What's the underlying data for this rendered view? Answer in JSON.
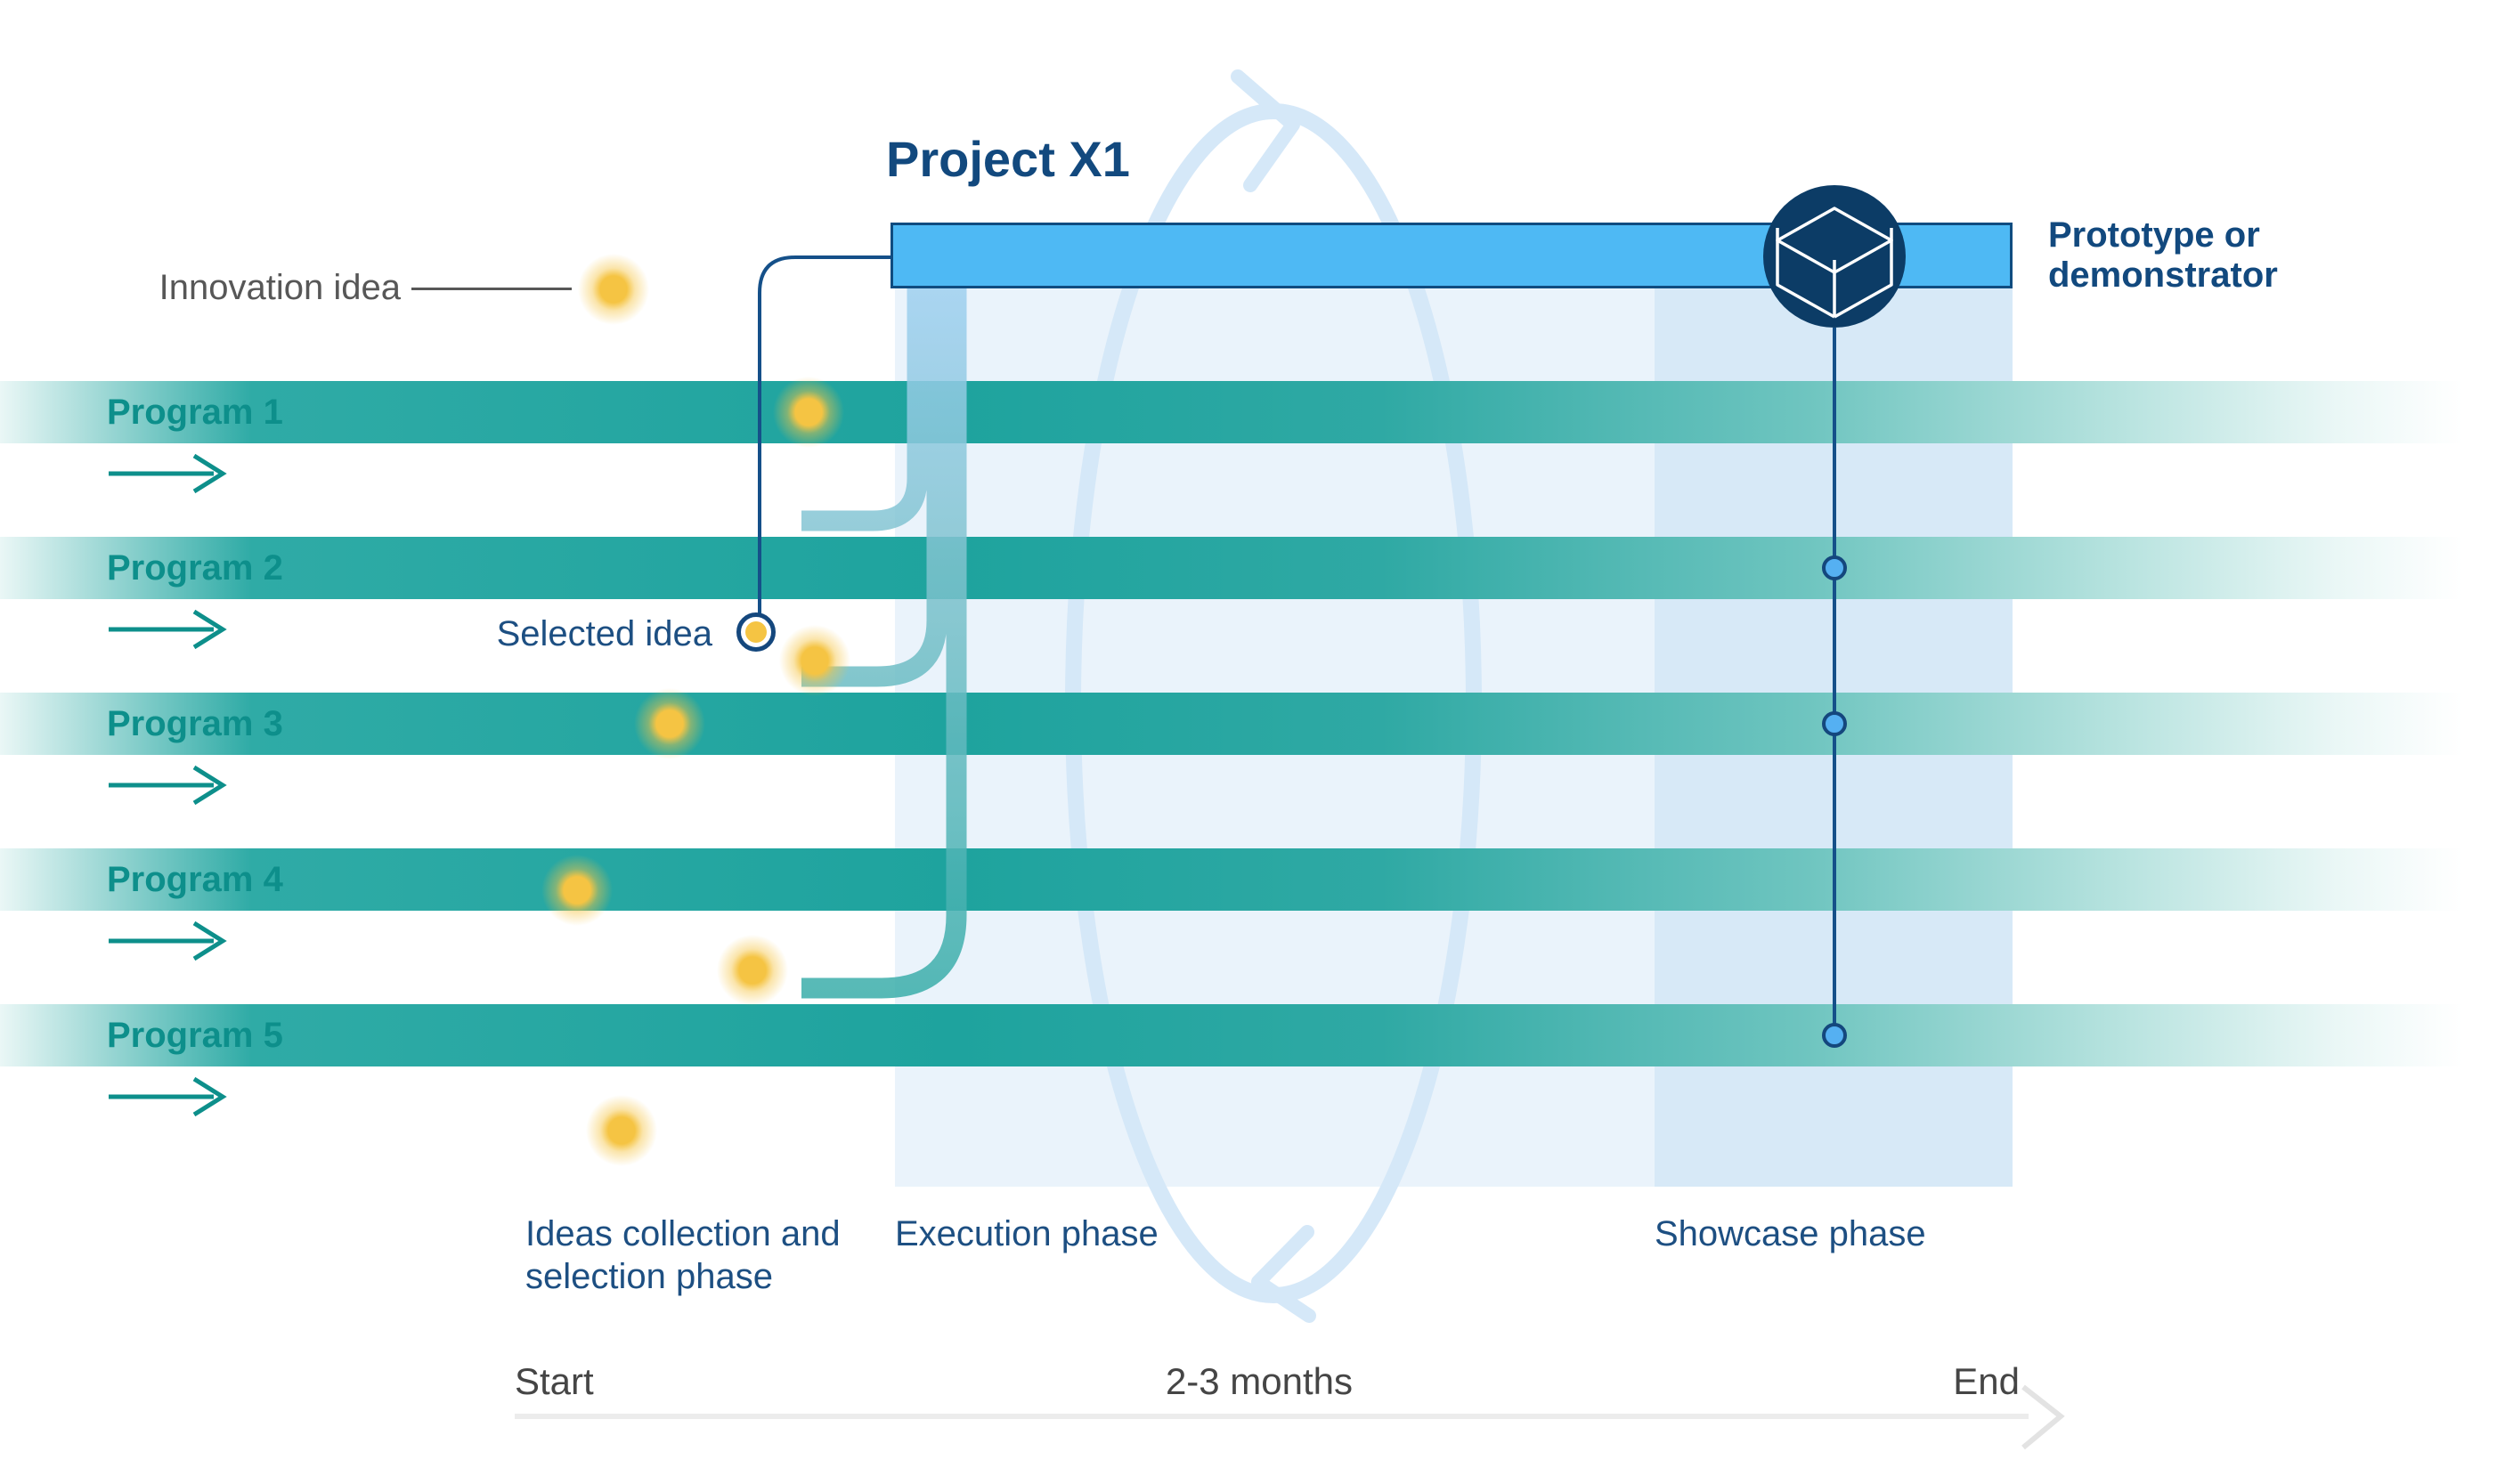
{
  "title": "Project X1",
  "annotations": {
    "innovation_idea": "Innovation idea",
    "selected_idea": "Selected idea",
    "prototype": "Prototype or demonstrator"
  },
  "programs": [
    {
      "label": "Program 1"
    },
    {
      "label": "Program 2"
    },
    {
      "label": "Program 3"
    },
    {
      "label": "Program 4"
    },
    {
      "label": "Program 5"
    }
  ],
  "phases": {
    "ideas": "Ideas collection and selection phase",
    "execution": "Execution phase",
    "showcase": "Showcase phase"
  },
  "timeline": {
    "start": "Start",
    "duration": "2-3 months",
    "end": "End"
  },
  "colors": {
    "program_teal": "#1EA39E",
    "program_label_teal": "#0D8F8B",
    "project_bar_blue": "#4EB9F4",
    "navy": "#12497E",
    "circle_navy": "#0C3C66",
    "execution_bg": "#EAF3FB",
    "showcase_bg": "#D7E9F7",
    "loop_blue": "#D5E8F8",
    "idea_yellow": "#F5C443",
    "milestone_blue": "#55B0F2",
    "axis_gray": "#ECECEC",
    "text_gray": "#575757"
  }
}
